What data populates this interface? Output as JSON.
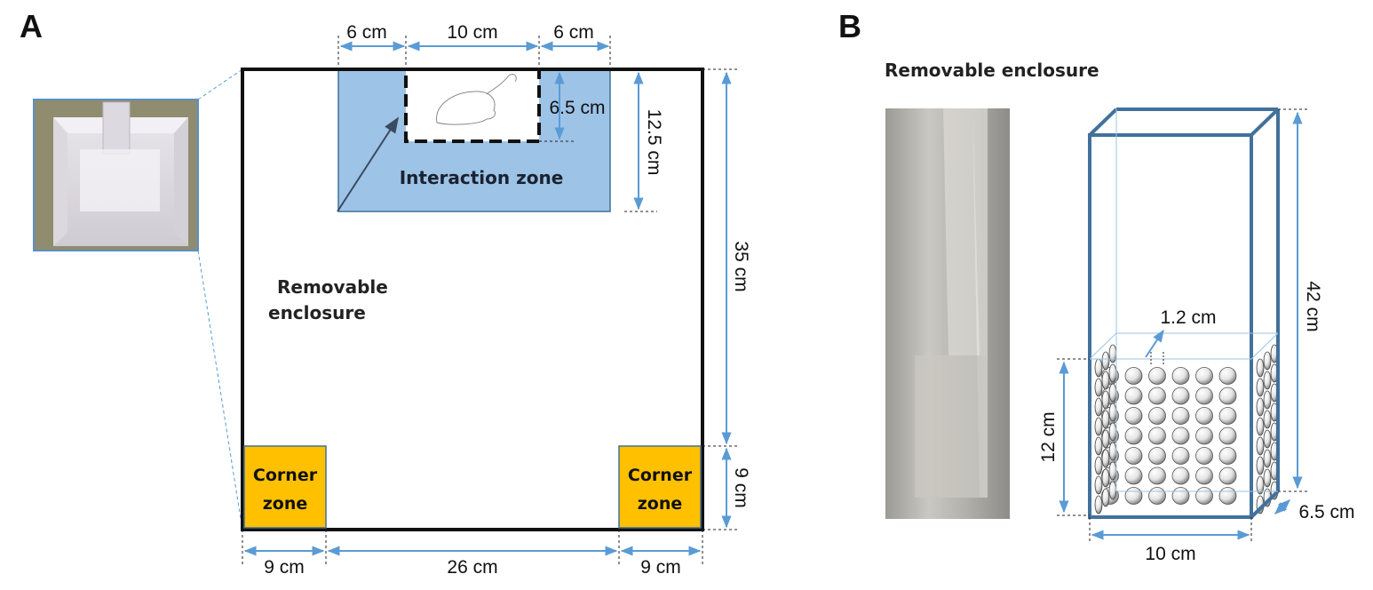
{
  "panel_a": {
    "letter": "A",
    "dims": {
      "top_left": "6 cm",
      "top_mid": "10 cm",
      "top_right": "6 cm",
      "enclosure_depth": "6.5 cm",
      "zone_depth": "12.5 cm",
      "arena_height": "35 cm",
      "corner_height": "9 cm",
      "bottom_left": "9 cm",
      "bottom_mid": "26 cm",
      "bottom_right": "9 cm"
    },
    "interaction_zone_label": "Interaction zone",
    "enclosure_label_line1": "Removable",
    "enclosure_label_line2": "enclosure",
    "corner_left_line1": "Corner",
    "corner_left_line2": "zone",
    "corner_right_line1": "Corner",
    "corner_right_line2": "zone"
  },
  "panel_b": {
    "letter": "B",
    "title": "Removable enclosure",
    "dims": {
      "hole": "1.2 cm",
      "height": "42 cm",
      "hole_region_height": "12 cm",
      "depth": "6.5 cm",
      "width": "10 cm"
    }
  },
  "colors": {
    "interaction_zone": "#9dc3e6",
    "corner_zone": "#ffc000",
    "dimension_line": "#5b9bd5",
    "enclosure_edge": "#41719c"
  }
}
